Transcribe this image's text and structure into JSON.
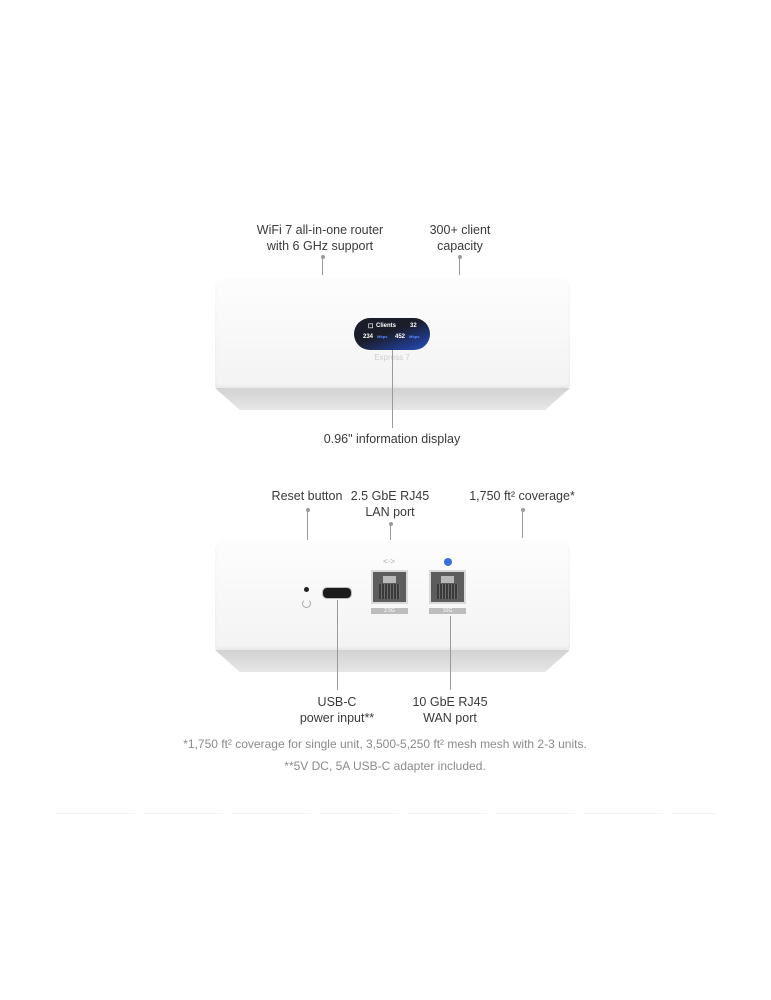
{
  "front": {
    "callouts": {
      "router": [
        "WiFi 7 all-in-one router",
        "with 6 GHz support"
      ],
      "clients": [
        "300+ client",
        "capacity"
      ],
      "display": "0.96\" information display"
    },
    "screen": {
      "title": "Clients",
      "count": "32",
      "down": "234",
      "down_unit": "Mbps",
      "up": "452",
      "up_unit": "Mbps"
    },
    "brand": "Express 7"
  },
  "back": {
    "callouts": {
      "reset": "Reset button",
      "lan": [
        "2.5 GbE RJ45",
        "LAN port"
      ],
      "coverage": "1,750 ft² coverage*",
      "usbc": [
        "USB-C",
        "power input**"
      ],
      "wan": [
        "10 GbE RJ45",
        "WAN port"
      ]
    },
    "ports": {
      "lan_label": "2.5G",
      "wan_label": "10G"
    },
    "accent": "#3b6fd8"
  },
  "footnotes": [
    "*1,750 ft² coverage for single unit, 3,500-5,250 ft² mesh mesh with 2-3 units.",
    "**5V DC, 5A USB-C adapter included."
  ]
}
